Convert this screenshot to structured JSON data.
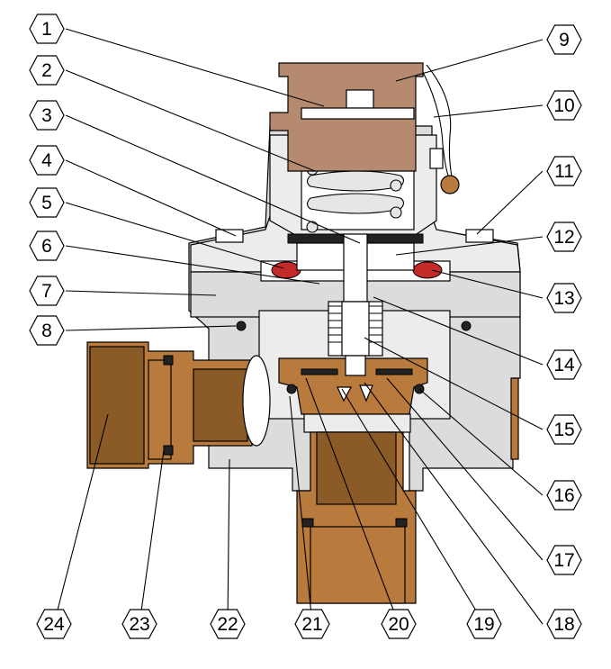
{
  "callouts": [
    {
      "label": "1"
    },
    {
      "label": "2"
    },
    {
      "label": "3"
    },
    {
      "label": "4"
    },
    {
      "label": "5"
    },
    {
      "label": "6"
    },
    {
      "label": "7"
    },
    {
      "label": "8"
    },
    {
      "label": "9"
    },
    {
      "label": "10"
    },
    {
      "label": "11"
    },
    {
      "label": "12"
    },
    {
      "label": "13"
    },
    {
      "label": "14"
    },
    {
      "label": "15"
    },
    {
      "label": "16"
    },
    {
      "label": "17"
    },
    {
      "label": "18"
    },
    {
      "label": "19"
    },
    {
      "label": "20"
    },
    {
      "label": "21"
    },
    {
      "label": "22"
    },
    {
      "label": "23"
    },
    {
      "label": "24"
    }
  ],
  "colors": {
    "body": "#dcdcdc",
    "brass": "#b87a3d",
    "cap": "#b58a6e",
    "seal": "#c42a2a",
    "outline": "#000000"
  }
}
